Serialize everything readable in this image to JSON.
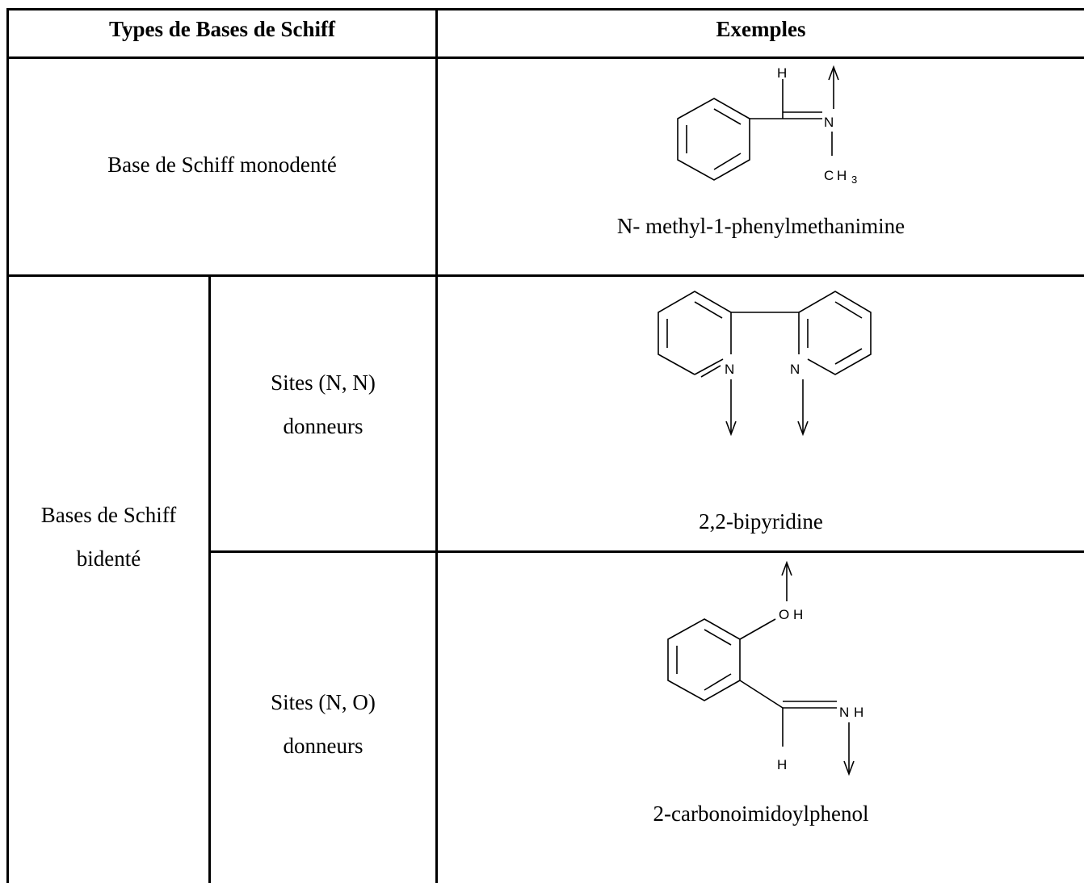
{
  "table": {
    "headers": {
      "types": "Types de Bases de Schiff",
      "examples": "Exemples"
    },
    "rows": [
      {
        "type": "Base de Schiff monodenté",
        "example_name": "N- methyl-1-phenylmethanimine",
        "atoms": {
          "h": "H",
          "n": "N",
          "ch3_c": "C",
          "ch3_h": "H",
          "ch3_sub": "3"
        }
      },
      {
        "group": [
          "Bases de Schiff",
          "bidenté"
        ],
        "sub_rows": [
          {
            "sites": [
              "Sites (N, N)",
              "donneurs"
            ],
            "example_name": "2,2-bipyridine",
            "atoms": {
              "n1": "N",
              "n2": "N"
            }
          },
          {
            "sites": [
              "Sites (N, O)",
              "donneurs"
            ],
            "example_name": "2-carbonoimidoylphenol",
            "atoms": {
              "oh_o": "O",
              "oh_h": "H",
              "nh_n": "N",
              "nh_h": "H",
              "h": "H"
            }
          }
        ]
      }
    ]
  }
}
